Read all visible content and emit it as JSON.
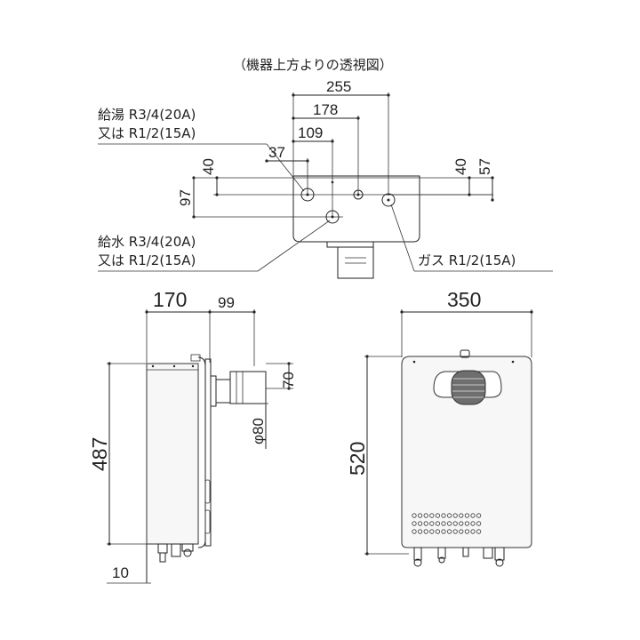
{
  "top_view": {
    "title": "（機器上方よりの透視図）",
    "dims": {
      "d255": "255",
      "d178": "178",
      "d109": "109",
      "d37": "37",
      "d40_left": "40",
      "d97": "97",
      "d40_right": "40",
      "d57": "57"
    },
    "labels": {
      "hot_water_line1": "給湯 R3/4(20A)",
      "hot_water_line2": "又は R1/2(15A)",
      "cold_water_line1": "給水 R3/4(20A)",
      "cold_water_line2": "又は R1/2(15A)",
      "gas": "ガス R1/2(15A)"
    }
  },
  "side_view": {
    "dims": {
      "width": "170",
      "offset": "99",
      "height": "487",
      "bottom": "10",
      "pipe_dia": "φ80",
      "pipe_h": "70"
    }
  },
  "front_view": {
    "dims": {
      "width": "350",
      "height": "520"
    }
  },
  "icons": [
    "exhaust-vent-icon",
    "vent-holes-icon",
    "pipe-fittings-icon"
  ]
}
